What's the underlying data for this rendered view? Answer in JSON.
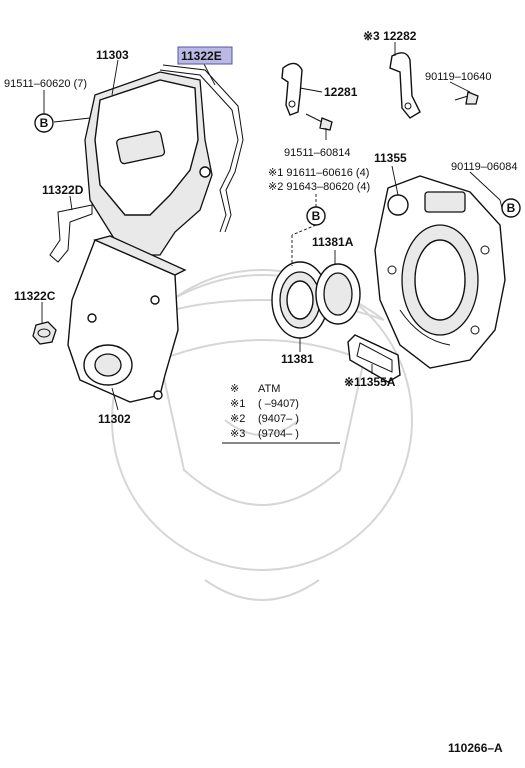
{
  "parts": {
    "p11303": "11303",
    "p11322E": "11322E",
    "p91511_60620": "91511–60620 (7)",
    "p11322D": "11322D",
    "p11322C": "11322C",
    "p11302": "11302",
    "p12282": "※3 12282",
    "p12281": "12281",
    "p91511_60814": "91511–60814",
    "p90119_10640": "90119–10640",
    "p11355": "11355",
    "p90119_06084": "90119–06084",
    "p91611_60616": "※1 91611–60616 (4)",
    "p91643_80620": "※2 91643–80620 (4)",
    "p11381A": "11381A",
    "p11381": "11381",
    "p11355A": "※11355A"
  },
  "callout": "B",
  "legend": {
    "rows": [
      {
        "mark": "※",
        "text": "ATM"
      },
      {
        "mark": "※1",
        "text": "(      –9407)"
      },
      {
        "mark": "※2",
        "text": "(9407–      )"
      },
      {
        "mark": "※3",
        "text": "(9704–      )"
      }
    ]
  },
  "diagram_id": "110266–A",
  "colors": {
    "highlight": "#b9b9e3",
    "highlight_border": "#5555aa",
    "ink": "#111111"
  }
}
